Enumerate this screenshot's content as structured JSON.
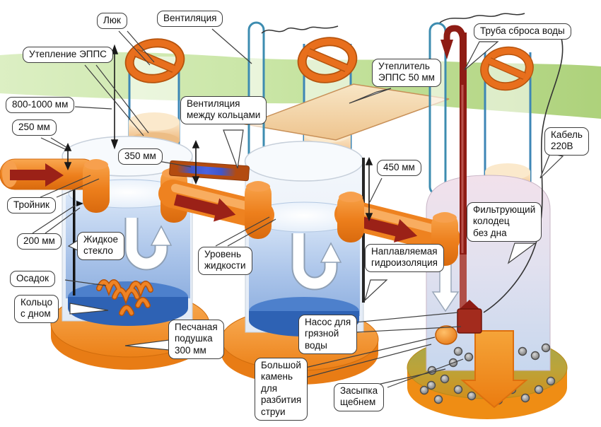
{
  "callouts": {
    "hatch": {
      "text": "Люк"
    },
    "ventilation": {
      "text": "Вентиляция"
    },
    "insulation_epps": {
      "text": "Утепление ЭППС"
    },
    "dim_800_1000": {
      "text": "800-1000 мм"
    },
    "dim_250": {
      "text": "250 мм"
    },
    "vent_between_rings": {
      "text": "Вентиляция\nмежду кольцами"
    },
    "dim_350": {
      "text": "350 мм"
    },
    "tee": {
      "text": "Тройник"
    },
    "dim_200": {
      "text": "200 мм"
    },
    "liquid_glass": {
      "text": "Жидкое\nстекло"
    },
    "sediment": {
      "text": "Осадок"
    },
    "ring_with_bottom": {
      "text": "Кольцо\nс дном"
    },
    "sand_cushion": {
      "text": "Песчаная\nподушка\n300 мм"
    },
    "liquid_level": {
      "text": "Уровень\nжидкости"
    },
    "insulation_epps_50": {
      "text": "Утеплитель\nЭППС 50 мм"
    },
    "dim_450": {
      "text": "450 мм"
    },
    "water_discharge_pipe": {
      "text": "Труба сброса воды"
    },
    "cable_220v": {
      "text": "Кабель\n220В"
    },
    "filter_well": {
      "text": "Фильтрующий\nколодец\nбез дна"
    },
    "waterproofing": {
      "text": "Наплавляемая\nгидроизоляция"
    },
    "dirty_water_pump": {
      "text": "Насос для\nгрязной\nводы"
    },
    "big_stone": {
      "text": "Большой\nкамень\nдля\nразбития\nструи"
    },
    "gravel_backfill": {
      "text": "Засыпка\nщебнем"
    }
  },
  "colors": {
    "ground_green": "#c3e39c",
    "pipe_orange": "#ed7f1c",
    "flow_arrow_red": "#9b2117",
    "water_blue": "#a9c3e9",
    "dark_water": "#2e62b4",
    "prohibition_orange": "#e86f1d",
    "discharge_pipe_red": "#8e1c14",
    "sand_disc_orange": "#ee8318",
    "gravel_olive": "#a3a84e"
  }
}
